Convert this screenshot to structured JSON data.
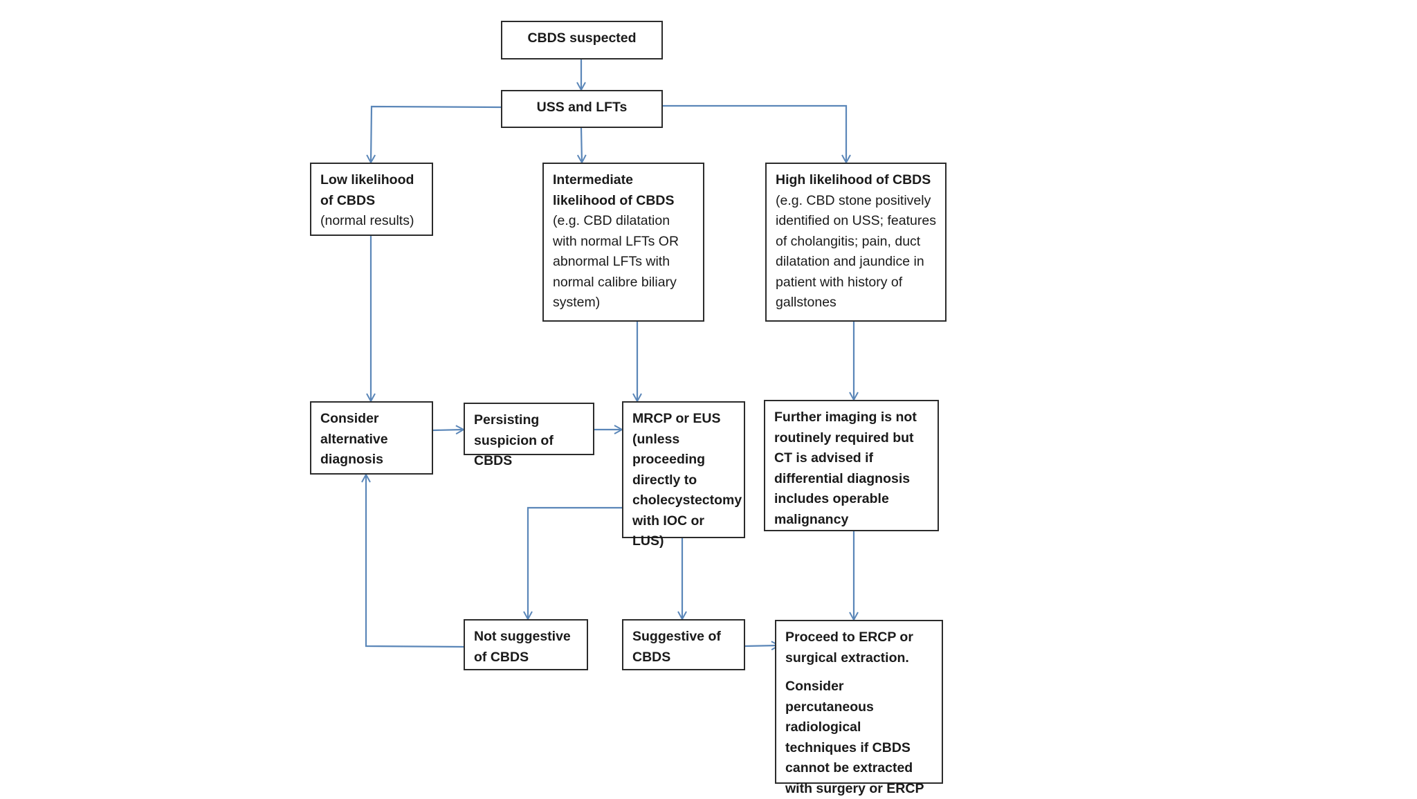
{
  "nodes": {
    "cbds_suspected": {
      "text": "CBDS suspected"
    },
    "uss_lfts": {
      "text": "USS and LFTs"
    },
    "low": {
      "title": "Low likelihood of CBDS",
      "detail": "(normal results)"
    },
    "intermediate": {
      "title": "Intermediate likelihood of CBDS",
      "detail": "(e.g. CBD dilatation with normal LFTs OR abnormal LFTs with normal calibre biliary system)"
    },
    "high": {
      "title": "High likelihood of CBDS",
      "detail": "(e.g. CBD stone positively identified on USS; features of cholangitis; pain, duct dilatation and jaundice in patient with history of gallstones"
    },
    "alternative": {
      "text": "Consider alternative diagnosis"
    },
    "persisting": {
      "text": "Persisting suspicion of CBDS"
    },
    "mrcp": {
      "text": "MRCP or EUS (unless proceeding directly to cholecystectomy with IOC or LUS)"
    },
    "further_imaging": {
      "text": "Further imaging is not routinely required but CT is advised if differential diagnosis includes operable malignancy"
    },
    "not_suggestive": {
      "text": "Not suggestive of CBDS"
    },
    "suggestive": {
      "text": "Suggestive of CBDS"
    },
    "proceed": {
      "text": "Proceed to ERCP or surgical extraction.",
      "note": "Consider percutaneous radiological techniques if CBDS cannot be extracted with surgery or ERCP"
    }
  },
  "colors": {
    "arrow": "#5a86b8",
    "border": "#2b2b2b"
  }
}
